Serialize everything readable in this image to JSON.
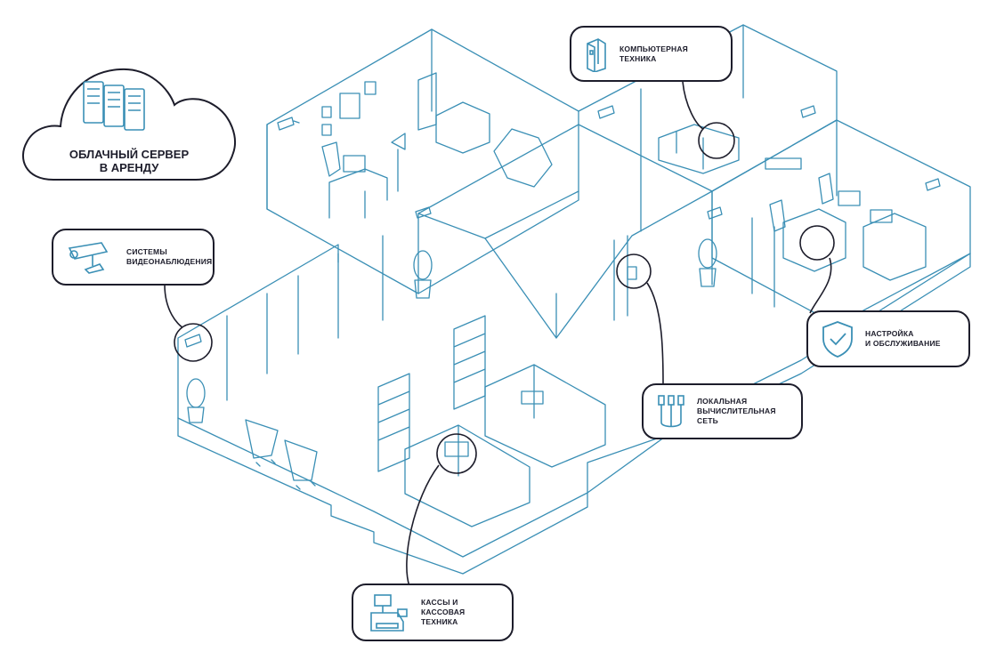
{
  "colors": {
    "line": "#3a8fb5",
    "ink": "#1d1d2b",
    "background": "#ffffff"
  },
  "cloud": {
    "label": "ОБЛАЧНЫЙ СЕРВЕР\nВ АРЕНДУ",
    "icon": "server-rack-icon"
  },
  "callouts": {
    "computers": {
      "label": "КОМПЬЮТЕРНАЯ\nТЕХНИКА",
      "icon": "pc-tower-icon"
    },
    "cctv": {
      "label": "СИСТЕМЫ\nВИДЕОНАБЛЮДЕНИЯ",
      "icon": "security-camera-icon"
    },
    "service": {
      "label": "НАСТРОЙКА\nИ ОБСЛУЖИВАНИЕ",
      "icon": "shield-check-icon"
    },
    "network": {
      "label": "ЛОКАЛЬНАЯ\nВЫЧИСЛИТЕЛЬНАЯ\nСЕТЬ",
      "icon": "network-cable-icon"
    },
    "cashier": {
      "label": "КАССЫ И КАССОВАЯ\nТЕХНИКА",
      "icon": "cash-register-icon"
    }
  }
}
